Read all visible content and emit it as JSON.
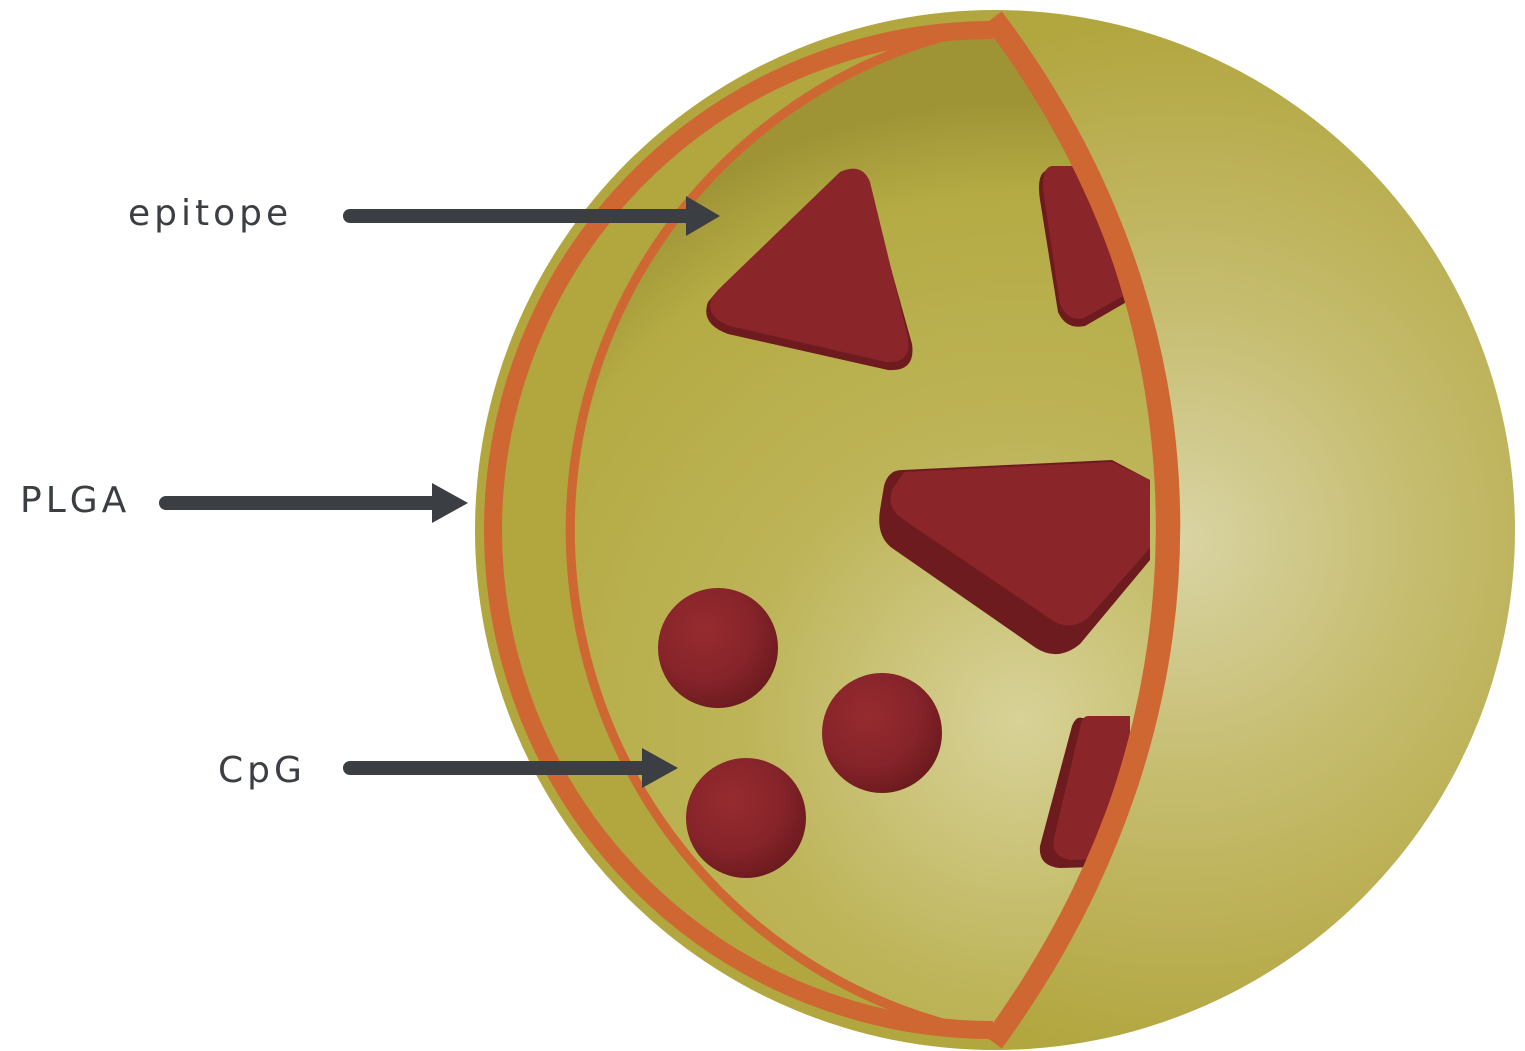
{
  "labels": {
    "epitope": "epitope",
    "plga": "PLGA",
    "cpg": "CpG"
  },
  "colors": {
    "shell_outer": "#b3a841",
    "shell_inner": "#b4ab44",
    "core_highlight": "#d6d197",
    "rim": "#cf6733",
    "cargo": "#8a262a",
    "cargo_dark": "#6e1b1f",
    "arrow": "#3b3e42",
    "text": "#3b3e42"
  },
  "icons": {
    "epitope_shape": "triangle-prism",
    "cpg_shape": "sphere"
  }
}
